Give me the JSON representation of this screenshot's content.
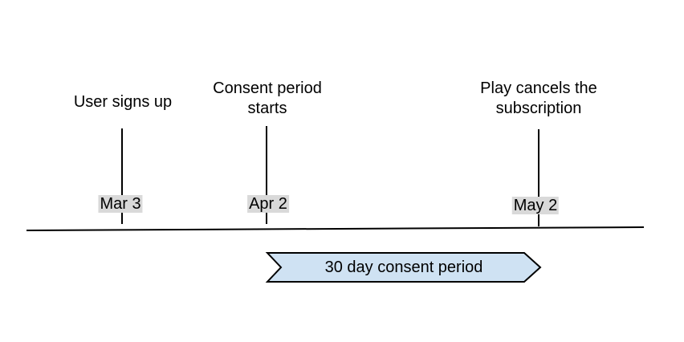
{
  "diagram": {
    "background": "#ffffff",
    "text_color": "#000000",
    "axis": {
      "color": "#000000"
    },
    "events": [
      {
        "title": "User signs up",
        "date": "Mar 3"
      },
      {
        "title": "Consent period starts",
        "date": "Apr 2"
      },
      {
        "title": "Play cancels the subscription",
        "date": "May 2"
      }
    ],
    "date_badge": {
      "background": "#d9d9d9"
    },
    "tick": {
      "color": "#000000"
    },
    "ribbon": {
      "label": "30 day consent period",
      "fill": "#cfe2f3",
      "border": "#000000"
    }
  }
}
